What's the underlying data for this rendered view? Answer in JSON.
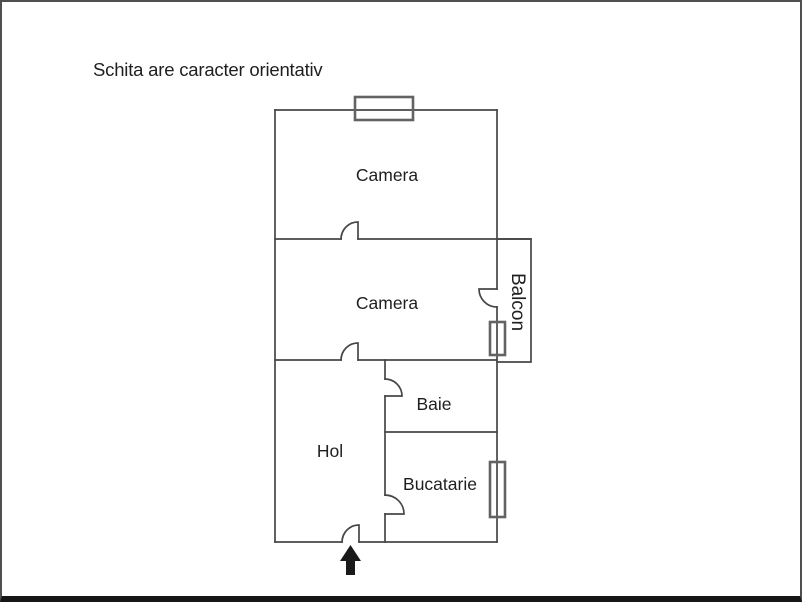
{
  "title": "Schita are caracter orientativ",
  "rooms": {
    "camera_top": {
      "label": "Camera"
    },
    "camera_middle": {
      "label": "Camera"
    },
    "balcon": {
      "label": "Balcon"
    },
    "baie": {
      "label": "Baie"
    },
    "hol": {
      "label": "Hol"
    },
    "bucatarie": {
      "label": "Bucatarie"
    }
  },
  "icons": {
    "entrance_arrow": "filled-up-arrow"
  },
  "colors": {
    "wall": "#474747",
    "window": "#636363",
    "text": "#1f1f1f",
    "arrow": "#1a1a1a",
    "frame_border": "#4f4f4f",
    "frame_bottom": "#161616",
    "background": "#ffffff"
  }
}
